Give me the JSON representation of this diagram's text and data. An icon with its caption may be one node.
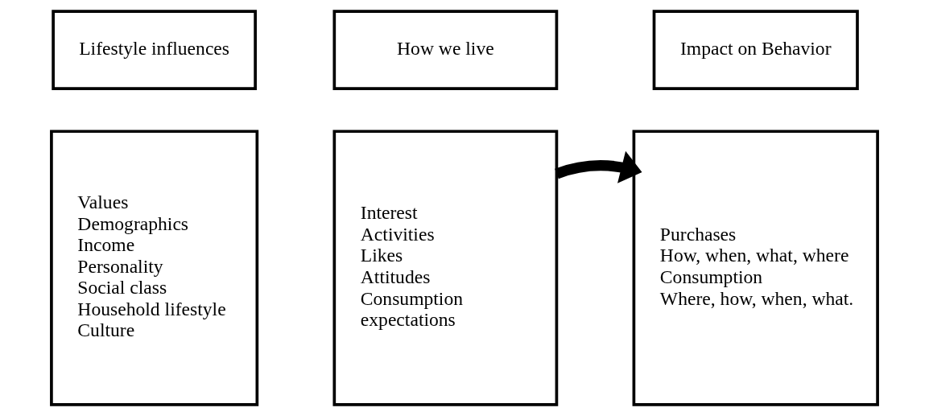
{
  "diagram": {
    "nodes": [
      {
        "text": [
          "Lifestyle influences"
        ]
      },
      {
        "text": [
          "How we live"
        ]
      },
      {
        "text": [
          "Impact on Behavior"
        ]
      },
      {
        "text": [
          "Values",
          "Demographics",
          "Income",
          "Personality",
          "Social class",
          "Household lifestyle",
          "Culture"
        ]
      },
      {
        "text": [
          "Interest",
          "Activities",
          "Likes",
          "Attitudes",
          "Consumption",
          "expectations"
        ]
      },
      {
        "text": [
          "Purchases",
          "How, when, what, where",
          "Consumption",
          "Where, how, when, what."
        ]
      }
    ],
    "edges": [
      {
        "from": 4,
        "to": 5,
        "arrow": "to"
      }
    ]
  }
}
